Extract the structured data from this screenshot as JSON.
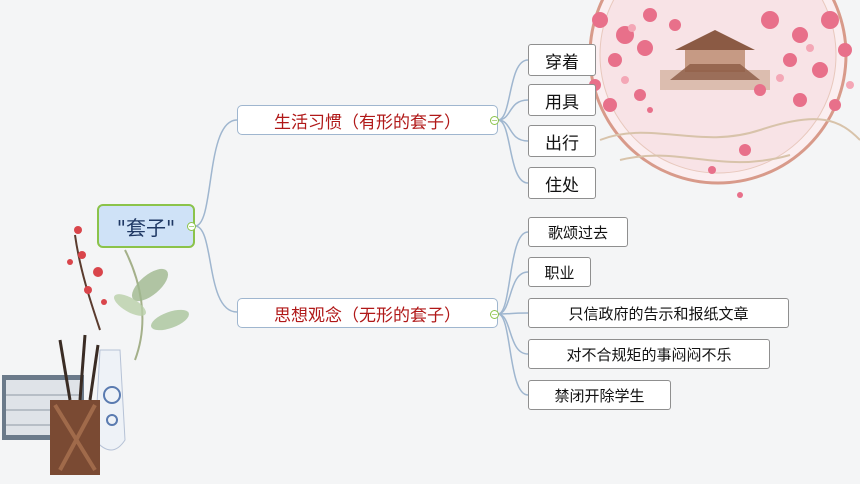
{
  "diagram": {
    "root": {
      "label": "\"套子\""
    },
    "branches": [
      {
        "label": "生活习惯（有形的套子）",
        "children": [
          "穿着",
          "用具",
          "出行",
          "住处"
        ]
      },
      {
        "label": "思想观念（无形的套子）",
        "children": [
          "歌颂过去",
          "职业",
          "只信政府的告示和报纸文章",
          "对不合规矩的事闷闷不乐",
          "禁闭开除学生"
        ]
      }
    ]
  },
  "colors": {
    "background": "#f4f5f6",
    "root_fill": "#cfe2f7",
    "root_border": "#8bc34a",
    "branch_text": "#b01818",
    "connector": "#9fb6cf",
    "blossom": "#e8708a"
  },
  "decorations": [
    "plum-blossom-window-illustration",
    "books-and-vase-with-plum-branch-illustration"
  ]
}
